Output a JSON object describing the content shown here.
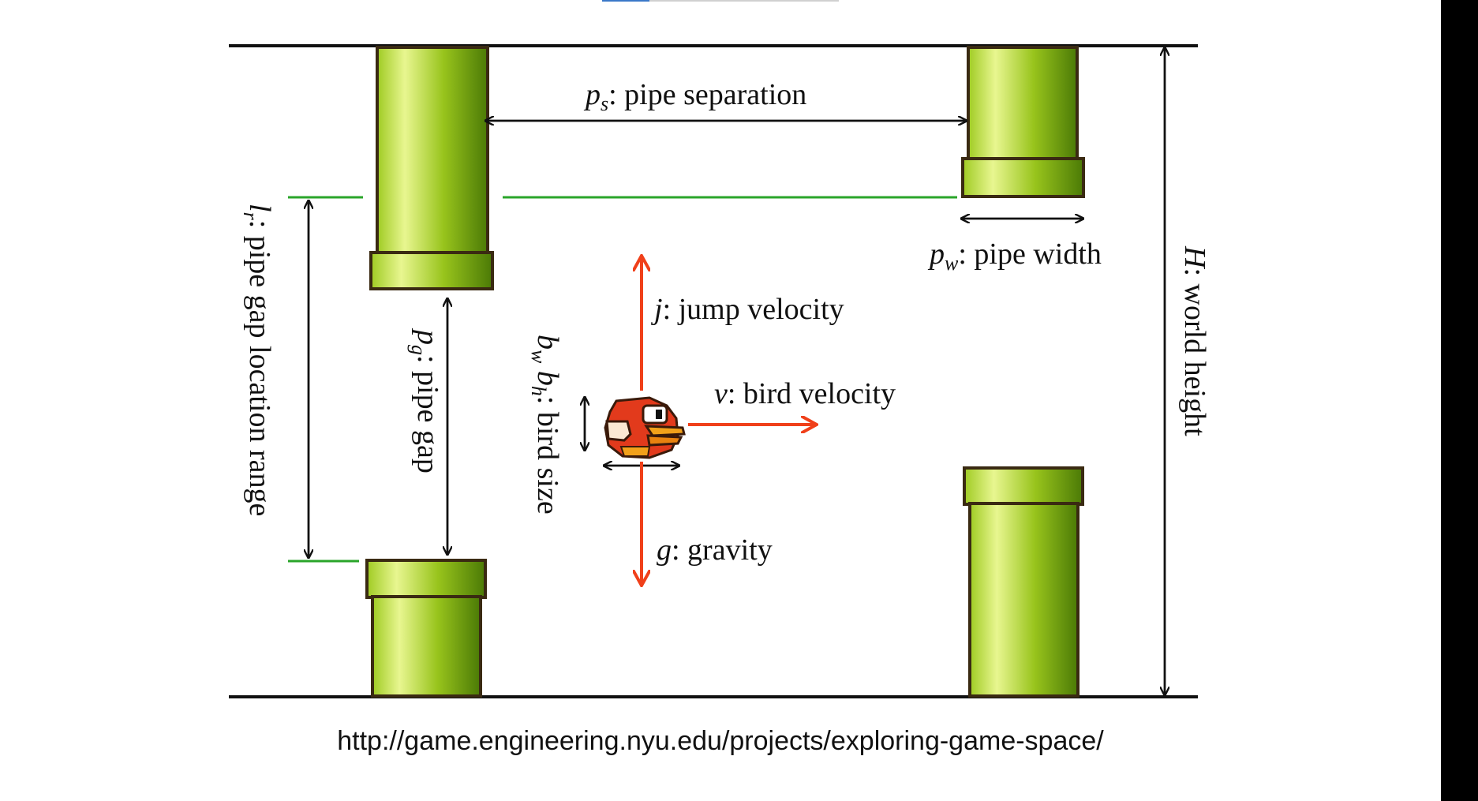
{
  "labels": {
    "pipe_separation_sym": "p",
    "pipe_separation_sub": "s",
    "pipe_separation_text": ": pipe separation",
    "pipe_width_sym": "p",
    "pipe_width_sub": "w",
    "pipe_width_text": ": pipe width",
    "pipe_gap_location_sym": "l",
    "pipe_gap_location_sub": "r",
    "pipe_gap_location_text": ": pipe gap location range",
    "pipe_gap_sym": "p",
    "pipe_gap_sub": "g",
    "pipe_gap_text": ": pipe gap",
    "bird_size_sym1": "b",
    "bird_size_sub1": "w",
    "bird_size_sym2": " b",
    "bird_size_sub2": "h",
    "bird_size_text": ": bird size",
    "jump_velocity_sym": "j",
    "jump_velocity_text": ": jump velocity",
    "bird_velocity_sym": "v",
    "bird_velocity_text": ": bird velocity",
    "gravity_sym": "g",
    "gravity_text": ": gravity",
    "world_height_sym": "H",
    "world_height_text": ": world height"
  },
  "source_url": "http://game.engineering.nyu.edu/projects/exploring-game-space/",
  "colors": {
    "pipe_light": "#e6f58a",
    "pipe_mid": "#9cc81e",
    "pipe_dark": "#4b7a06",
    "pipe_outline": "#3a2a12",
    "guide_line": "#2aa52a",
    "force_arrow": "#f0401a",
    "dimension_arrow": "#111111",
    "bird_red": "#e23a1c",
    "bird_orange": "#f2a11a"
  }
}
